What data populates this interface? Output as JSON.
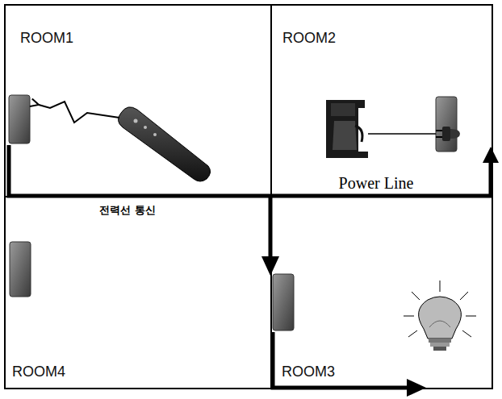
{
  "diagram": {
    "nodes": [
      {
        "text": [
          "ROOM1"
        ]
      },
      {
        "text": [
          "ROOM2"
        ]
      },
      {
        "text": [
          "ROOM4"
        ]
      },
      {
        "text": [
          "ROOM3"
        ]
      }
    ],
    "labels": [
      "Power Line",
      "전력선 통신"
    ]
  }
}
